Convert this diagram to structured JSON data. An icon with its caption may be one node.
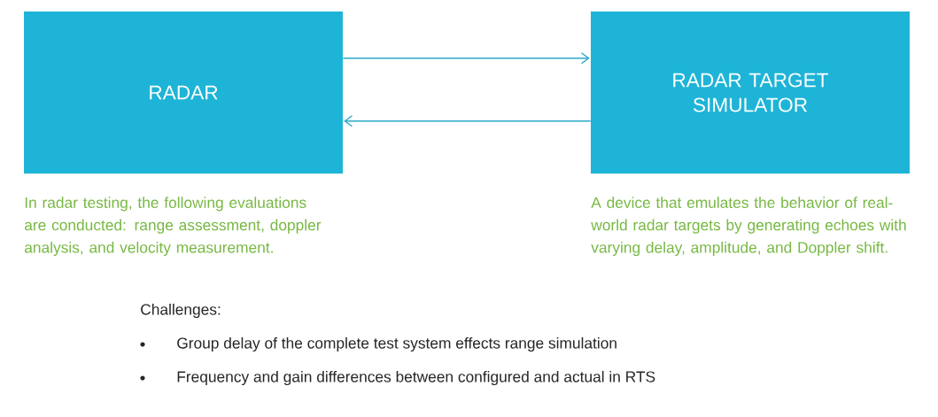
{
  "diagram": {
    "nodes": [
      {
        "text": [
          "RADAR"
        ],
        "beside": [
          "In radar testing, the following evaluations are conducted: range assessment, doppler analysis, and velocity measurement."
        ]
      },
      {
        "text": [
          "RADAR TARGET SIMULATOR"
        ],
        "beside": [
          "A device that emulates the behavior of real-world radar targets by generating echoes with varying delay, amplitude, and Doppler shift."
        ]
      }
    ],
    "edges": [
      {
        "from": 0,
        "to": 1,
        "arrow": "to"
      },
      {
        "from": 1,
        "to": 0,
        "arrow": "to"
      }
    ],
    "labels": [
      "Challenges:",
      "Group delay of the complete test system effects range simulation",
      "Frequency and gain differences between configured and actual in RTS"
    ]
  }
}
